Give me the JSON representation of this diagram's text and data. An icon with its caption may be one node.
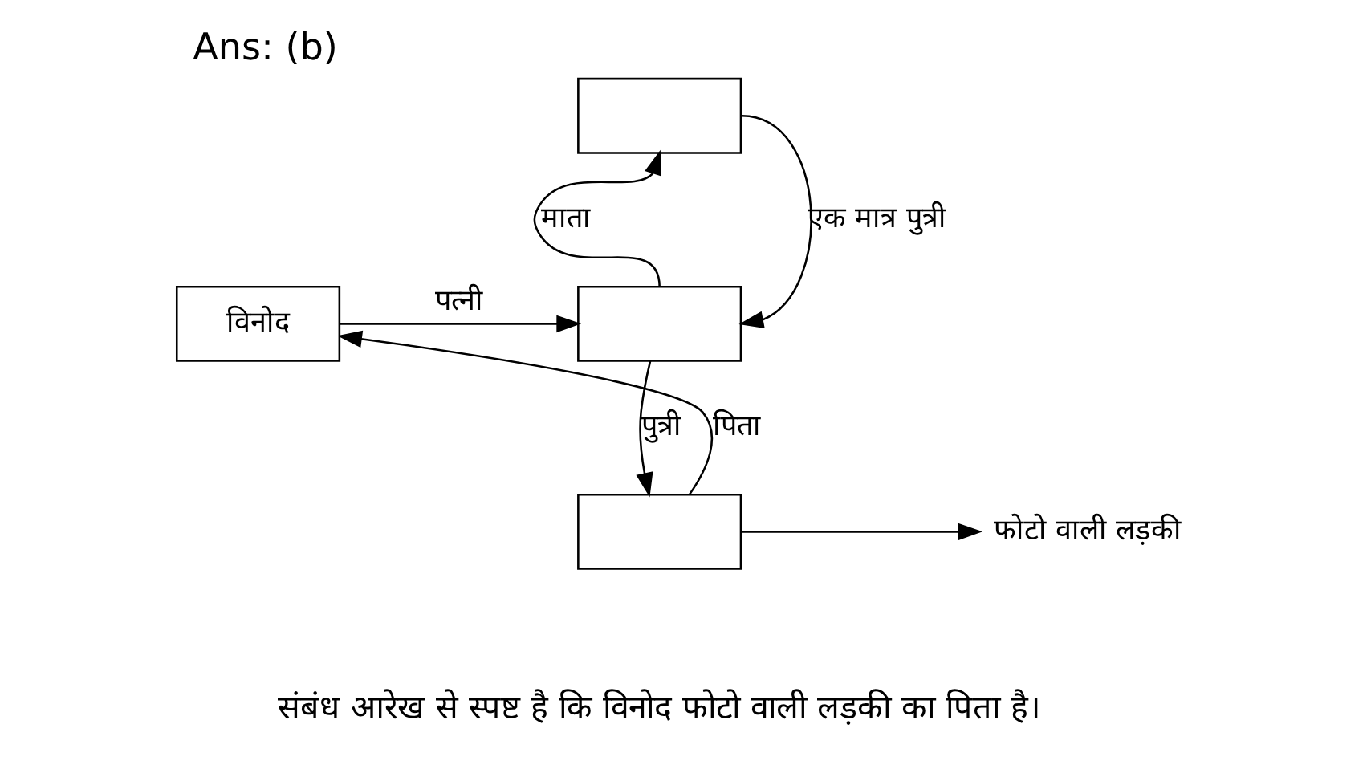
{
  "diagram": {
    "title": "Ans: (b)",
    "caption": "संबंध आरेख से स्पष्ट है कि विनोद फोटो वाली लड़की का पिता है।",
    "nodes": [
      {
        "text": [],
        "shape": "box"
      },
      {
        "text": [],
        "shape": "box"
      },
      {
        "text": [
          "विनोद"
        ]
      },
      {
        "text": [],
        "shape": "box"
      },
      {
        "text": [
          "फोटो वाली लड़की"
        ]
      }
    ],
    "edges": [
      {
        "from": 1,
        "to": 0,
        "arrow": "to",
        "label": "माता"
      },
      {
        "from": 0,
        "to": 1,
        "arrow": "to",
        "label": "एक मात्र पुत्री"
      },
      {
        "from": 2,
        "to": 1,
        "arrow": "to",
        "label": "पत्नी"
      },
      {
        "from": 1,
        "to": 3,
        "arrow": "to",
        "label": "पुत्री"
      },
      {
        "from": 3,
        "to": 2,
        "arrow": "to",
        "label": "पिता"
      },
      {
        "from": 3,
        "to": 4,
        "arrow": "to"
      }
    ]
  }
}
